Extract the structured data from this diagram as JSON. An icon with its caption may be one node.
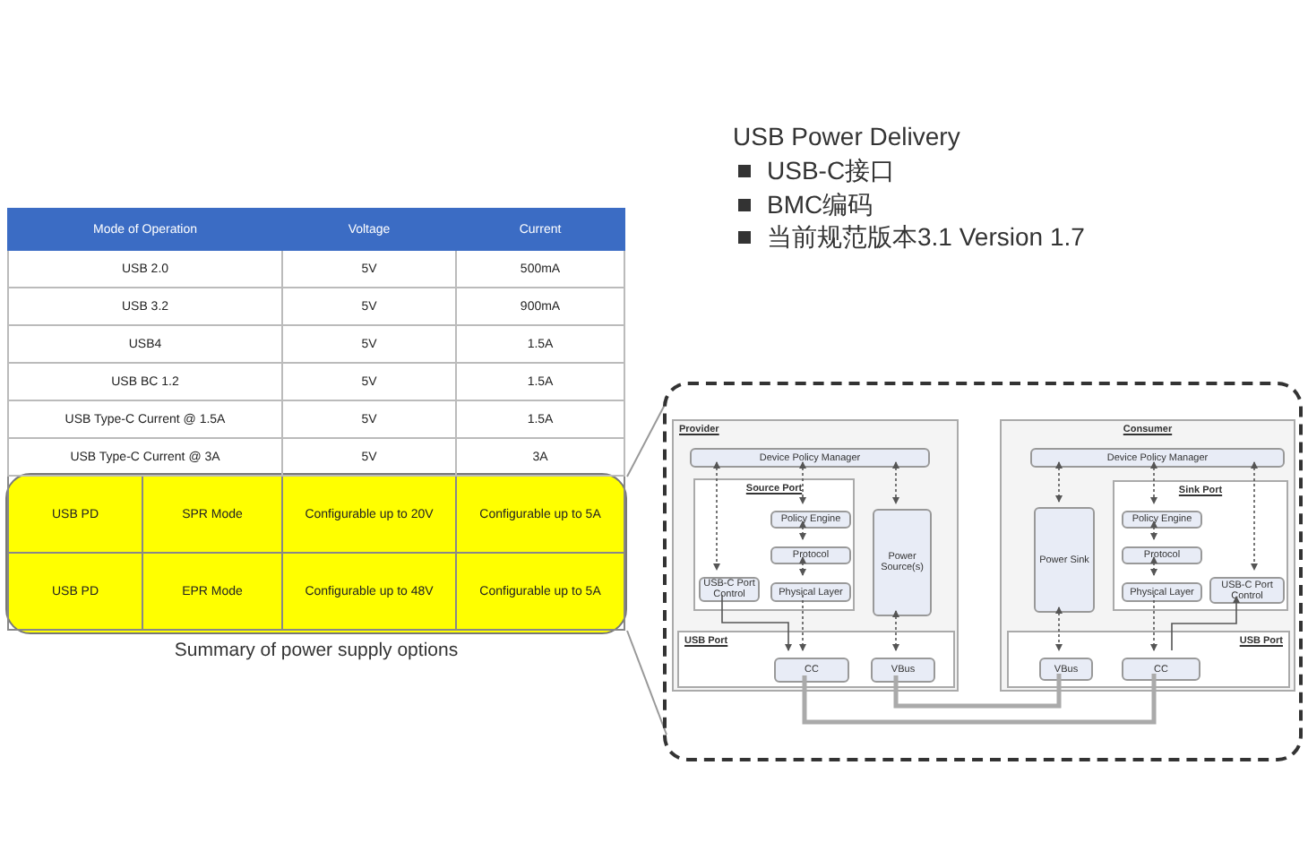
{
  "diagram": {
    "caption": "Summary of power supply options",
    "nodes": [
      {
        "text": [],
        "shape": "box"
      },
      {
        "text": [
          "Provider"
        ],
        "in": 0
      },
      {
        "text": [
          "Device Policy Manager"
        ],
        "in": 1
      },
      {
        "text": [
          "Source Port"
        ],
        "in": 1
      },
      {
        "text": [
          "Policy Engine"
        ],
        "in": 3
      },
      {
        "text": [
          "Protocol"
        ],
        "in": 3
      },
      {
        "text": [
          "Physical Layer"
        ],
        "in": 3
      },
      {
        "text": [
          "USB-C Port Control"
        ],
        "in": 3
      },
      {
        "text": [
          "Power Source(s)"
        ],
        "in": 1
      },
      {
        "text": [
          "USB Port"
        ],
        "in": 1
      },
      {
        "text": [
          "CC"
        ],
        "in": 9
      },
      {
        "text": [
          "VBus"
        ],
        "in": 9
      },
      {
        "text": [
          "Consumer"
        ],
        "in": 0
      },
      {
        "text": [
          "Device Policy Manager"
        ],
        "in": 12
      },
      {
        "text": [
          "Power Sink"
        ],
        "in": 12
      },
      {
        "text": [
          "Sink Port"
        ],
        "in": 12
      },
      {
        "text": [
          "Policy Engine"
        ],
        "in": 15
      },
      {
        "text": [
          "Protocol"
        ],
        "in": 15
      },
      {
        "text": [
          "Physical Layer"
        ],
        "in": 15
      },
      {
        "text": [
          "USB-C Port Control"
        ],
        "in": 15
      },
      {
        "text": [
          "USB Port"
        ],
        "in": 12
      },
      {
        "text": [
          "VBus"
        ],
        "in": 20
      },
      {
        "text": [
          "CC"
        ],
        "in": 20
      }
    ],
    "edges": [
      {
        "from": 2,
        "to": 4,
        "arrow": "both",
        "style": "dashed"
      },
      {
        "from": 2,
        "to": 7,
        "arrow": "both",
        "style": "dashed"
      },
      {
        "from": 2,
        "to": 8,
        "arrow": "both",
        "style": "dashed"
      },
      {
        "from": 4,
        "to": 5,
        "arrow": "both",
        "style": "dashed"
      },
      {
        "from": 5,
        "to": 6,
        "arrow": "both",
        "style": "dashed"
      },
      {
        "from": 6,
        "to": 10,
        "arrow": "to",
        "style": "dashed"
      },
      {
        "from": 7,
        "to": 10,
        "arrow": "to"
      },
      {
        "from": 8,
        "to": 11,
        "arrow": "both",
        "style": "dashed"
      },
      {
        "from": 11,
        "to": 21,
        "arrow": "none",
        "style": "thick",
        "color": "#aaaaaa"
      },
      {
        "from": 10,
        "to": 22,
        "arrow": "none",
        "style": "thick",
        "color": "#aaaaaa"
      },
      {
        "from": 13,
        "to": 14,
        "arrow": "both",
        "style": "dashed"
      },
      {
        "from": 13,
        "to": 16,
        "arrow": "both",
        "style": "dashed"
      },
      {
        "from": 13,
        "to": 19,
        "arrow": "both",
        "style": "dashed"
      },
      {
        "from": 16,
        "to": 17,
        "arrow": "both",
        "style": "dashed"
      },
      {
        "from": 17,
        "to": 18,
        "arrow": "both",
        "style": "dashed"
      },
      {
        "from": 18,
        "to": 22,
        "arrow": "to",
        "style": "dashed"
      },
      {
        "from": 22,
        "to": 19,
        "arrow": "to"
      },
      {
        "from": 14,
        "to": 21,
        "arrow": "both",
        "style": "dashed"
      }
    ],
    "labels": [
      "USB Power Delivery",
      "USB-C接口",
      "BMC编码",
      "当前规范版本3.1 Version 1.7",
      "Mode of Operation",
      "Voltage",
      "Current",
      "USB 2.0",
      "5V",
      "500mA",
      "USB 3.2",
      "5V",
      "900mA",
      "USB4",
      "5V",
      "1.5A",
      "USB BC 1.2",
      "5V",
      "1.5A",
      "USB Type-C Current @ 1.5A",
      "5V",
      "1.5A",
      "USB Type-C Current @ 3A",
      "5V",
      "3A",
      "USB PD",
      "SPR Mode",
      "Configurable up to 20V",
      "Configurable up to 5A",
      "USB PD",
      "EPR Mode",
      "Configurable up to 48V",
      "Configurable up to 5A"
    ]
  }
}
